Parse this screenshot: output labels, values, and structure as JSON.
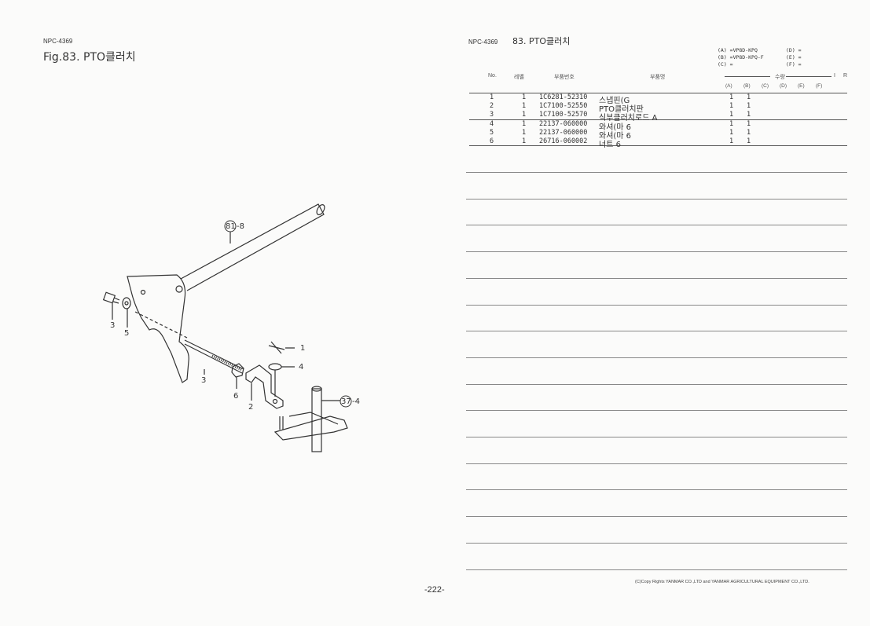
{
  "left_page": {
    "code": "NPC-4369",
    "title": "Fig.83.   PTO클러치",
    "diagram_labels": {
      "ref_81": "81",
      "ref_81_suffix": "-8",
      "ref_37": "37",
      "ref_37_suffix": "-4",
      "bolt": "3",
      "washer": "5",
      "rod": "3",
      "nut": "6",
      "plate": "2",
      "pin": "1",
      "washer2": "4"
    },
    "page_number": "-222-"
  },
  "right_page": {
    "code": "NPC-4369",
    "title": "83.   PTO클러치",
    "models": {
      "A": "(A) =VP8D-KPQ",
      "B": "(B) =VP8D-KPQ-F",
      "C": "(C) =",
      "D": "(D) =",
      "E": "(E) =",
      "F": "(F) ="
    },
    "headers": {
      "no": "No.",
      "level": "레벨",
      "part_number": "부품번호",
      "part_name": "부품명",
      "quantity": "수량",
      "i": "I",
      "r": "R",
      "cols": [
        "(A)",
        "(B)",
        "(C)",
        "(D)",
        "(E)",
        "(F)"
      ]
    },
    "rows": [
      {
        "no": "1",
        "level": "1",
        "part_number": "1C6281-52310",
        "name": "스냅핀(G",
        "a": "1",
        "b": "1"
      },
      {
        "no": "2",
        "level": "1",
        "part_number": "1C7100-52550",
        "name": "PTO클러치판",
        "a": "1",
        "b": "1"
      },
      {
        "no": "3",
        "level": "1",
        "part_number": "1C7100-52570",
        "name": "식부클러치로드 A",
        "a": "1",
        "b": "1"
      },
      {
        "no": "4",
        "level": "1",
        "part_number": "22137-060000",
        "name": "와셔(마 6",
        "a": "1",
        "b": "1"
      },
      {
        "no": "5",
        "level": "1",
        "part_number": "22137-060000",
        "name": "와셔(마 6",
        "a": "1",
        "b": "1"
      },
      {
        "no": "6",
        "level": "1",
        "part_number": "26716-060002",
        "name": "너트 6",
        "a": "1",
        "b": "1"
      }
    ],
    "copyright": "(C)Copy Rights  YANMAR CO.,LTD and YANMAR AGRICULTURAL EQUIPMENT CO.,LTD."
  }
}
